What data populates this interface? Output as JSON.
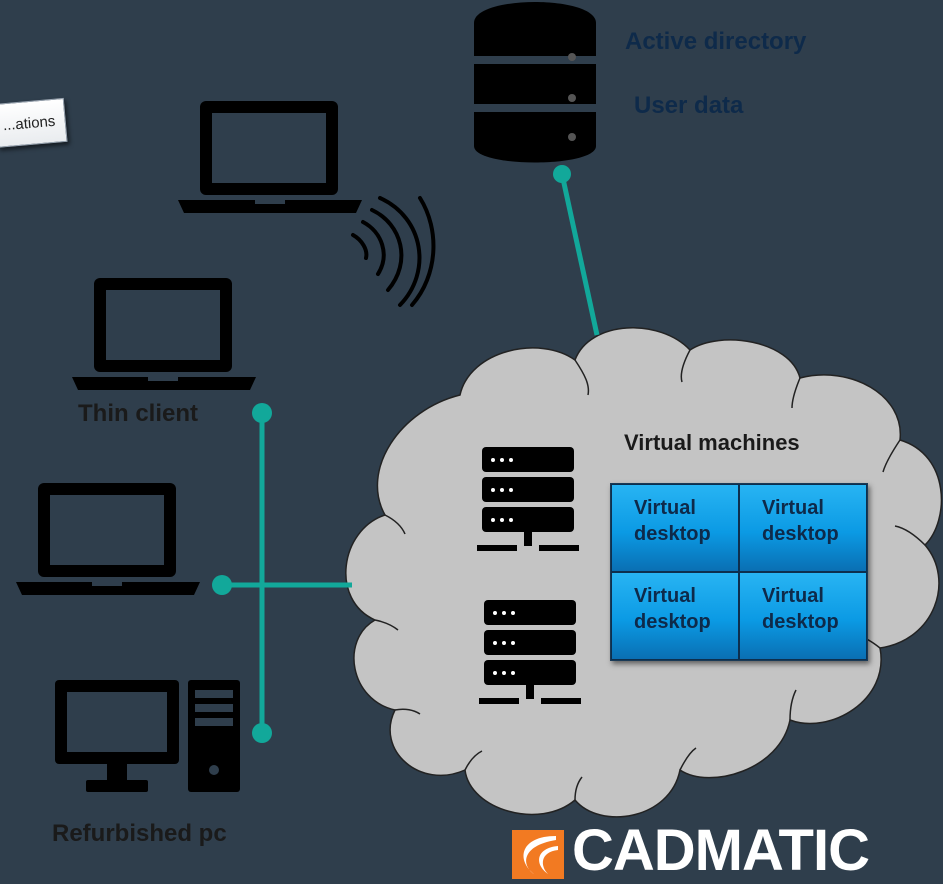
{
  "labels": {
    "active_directory": "Active directory",
    "user_data": "User data",
    "thin_client": "Thin client",
    "virtual_machines": "Virtual machines",
    "refurbished_pc": "Refurbished pc",
    "tooltip": "...ations"
  },
  "virtual_desktops": [
    {
      "line1": "Virtual",
      "line2": "desktop"
    },
    {
      "line1": "Virtual",
      "line2": "desktop"
    },
    {
      "line1": "Virtual",
      "line2": "desktop"
    },
    {
      "line1": "Virtual",
      "line2": "desktop"
    }
  ],
  "logo": {
    "text": "CADMATIC"
  },
  "colors": {
    "background": "#2f3e4c",
    "connector": "#12a89a",
    "cloud": "#c4c4c4",
    "desktop_tile": "#0b9ae4",
    "icon": "#000000",
    "logo_accent": "#f27a22"
  },
  "icons": [
    "database-icon",
    "laptop-icon",
    "wireless-signal-icon",
    "server-icon",
    "desktop-pc-icon",
    "cadmatic-logo-icon"
  ]
}
